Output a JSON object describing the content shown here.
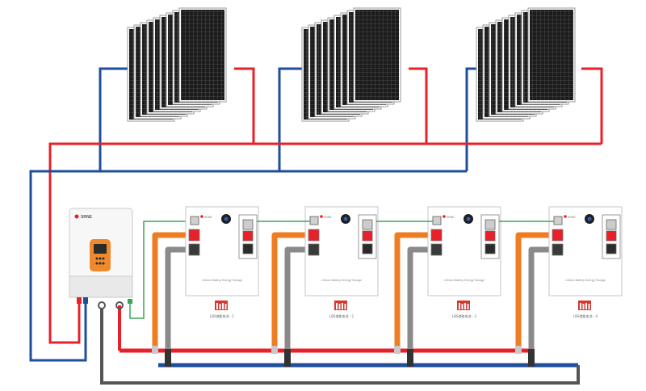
{
  "colors": {
    "pv_positive": "#e8202a",
    "pv_negative": "#1f4e9c",
    "ground": "#555555",
    "comm": "#3aa655",
    "battery_cable_pos": "#ee7d22",
    "battery_cable_neg": "#8a8a8a",
    "bus_positive": "#e8202a",
    "bus_negative": "#1f4e9c",
    "panel_cell": "#1c1c1c",
    "panel_frame": "#9a9a9a"
  },
  "inverter": {
    "brand": "SRNE",
    "icon": "inverter-icon"
  },
  "solar_arrays": [
    {
      "icon": "solar-panel-icon",
      "count": 9
    },
    {
      "icon": "solar-panel-icon",
      "count": 9
    },
    {
      "icon": "solar-panel-icon",
      "count": 9
    }
  ],
  "batteries": [
    {
      "brand": "SRNE",
      "label": "Lithium Battery Energy Storage",
      "caption": "LBS储能电池 - 1",
      "icon": "battery-module-icon"
    },
    {
      "brand": "SRNE",
      "label": "Lithium Battery Energy Storage",
      "caption": "LBS储能电池 - 2",
      "icon": "battery-module-icon"
    },
    {
      "brand": "SRNE",
      "label": "Lithium Battery Energy Storage",
      "caption": "LBS储能电池 - 3",
      "icon": "battery-module-icon"
    },
    {
      "brand": "SRNE",
      "label": "Lithium Battery Energy Storage",
      "caption": "LBS储能电池 - 4",
      "icon": "battery-module-icon"
    }
  ]
}
